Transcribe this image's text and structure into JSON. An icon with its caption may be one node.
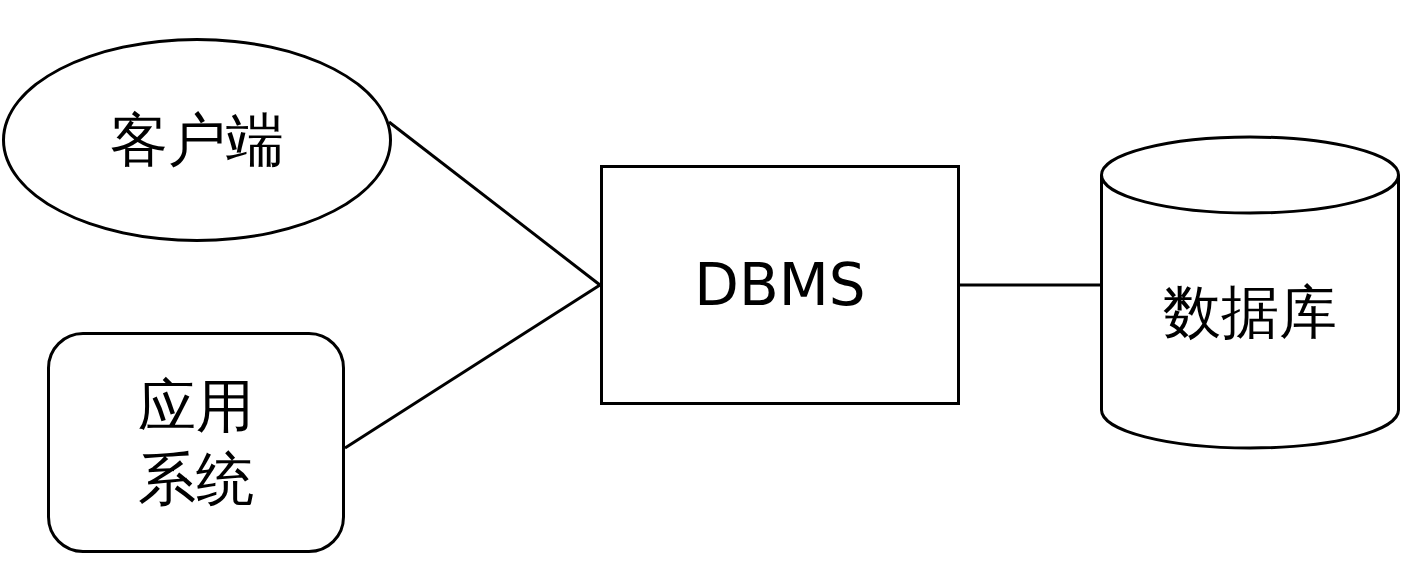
{
  "diagram": {
    "nodes": [
      {
        "text": [
          "客户端"
        ]
      },
      {
        "text": [
          "应用系统"
        ]
      },
      {
        "text": [
          "DBMS"
        ]
      },
      {
        "text": [
          "数据库"
        ]
      }
    ],
    "edges": [
      {
        "from": 0,
        "to": 2,
        "arrow": "none"
      },
      {
        "from": 1,
        "to": 2,
        "arrow": "none"
      },
      {
        "from": 2,
        "to": 3,
        "arrow": "none"
      }
    ]
  }
}
